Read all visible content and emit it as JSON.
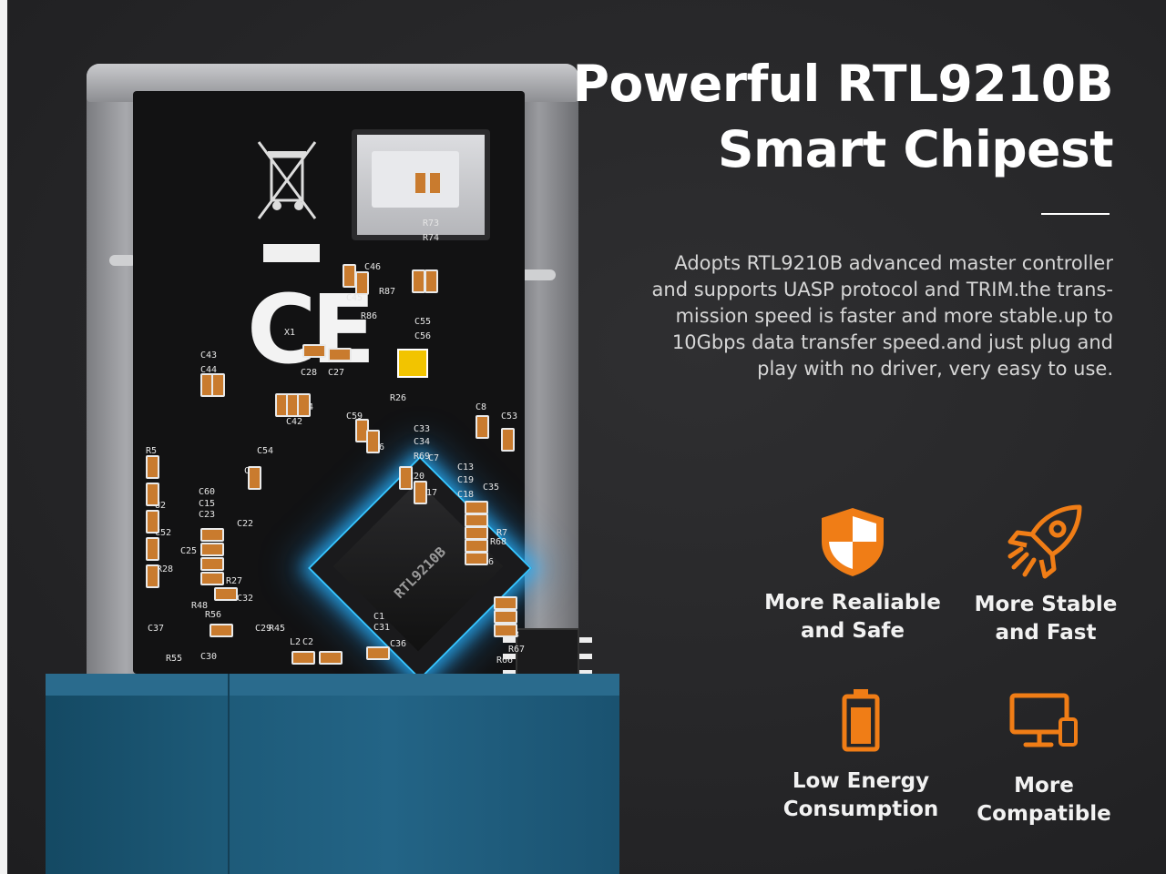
{
  "heading": {
    "line1": "Powerful RTL9210B",
    "line2": "Smart Chipest"
  },
  "description": [
    "Adopts RTL9210B advanced master controller",
    "and supports UASP protocol and TRIM.the trans-",
    "mission speed is faster and more stable.up to",
    "10Gbps data transfer speed.and just plug and",
    "play with no driver, very easy to use."
  ],
  "features": [
    {
      "line1": "More Realiable",
      "line2": "and Safe",
      "icon": "shield-icon"
    },
    {
      "line1": "More Stable",
      "line2": "and Fast",
      "icon": "rocket-icon"
    },
    {
      "line1": "Low Energy",
      "line2": "Consumption",
      "icon": "battery-icon"
    },
    {
      "line1": "More",
      "line2": "Compatible",
      "icon": "devices-icon"
    }
  ],
  "pcb": {
    "chip_label": "RTL9210B",
    "ce_mark": "CE",
    "silkscreen": [
      "R73",
      "R74",
      "C46",
      "C45",
      "R87",
      "R86",
      "C55",
      "C56",
      "X1",
      "C28",
      "C27",
      "C43",
      "C44",
      "R26",
      "C41",
      "C42",
      "C24",
      "C59",
      "C16",
      "C33",
      "C34",
      "R69",
      "C7",
      "C8",
      "C53",
      "C54",
      "C21",
      "C20",
      "C17",
      "C13",
      "C19",
      "C18",
      "C35",
      "R5",
      "C60",
      "C15",
      "C23",
      "C22",
      "U2",
      "C52",
      "R7",
      "R68",
      "R36",
      "C25",
      "R28",
      "R27",
      "C32",
      "R48",
      "R56",
      "C29",
      "R45",
      "C37",
      "R55",
      "C30",
      "L2",
      "C2",
      "C1",
      "C31",
      "C36",
      "U3",
      "R67",
      "R66"
    ]
  },
  "colors": {
    "background": "#29292b",
    "accent": "#f07d16",
    "text": "#ffffff",
    "body_text": "#d6d6d6"
  }
}
